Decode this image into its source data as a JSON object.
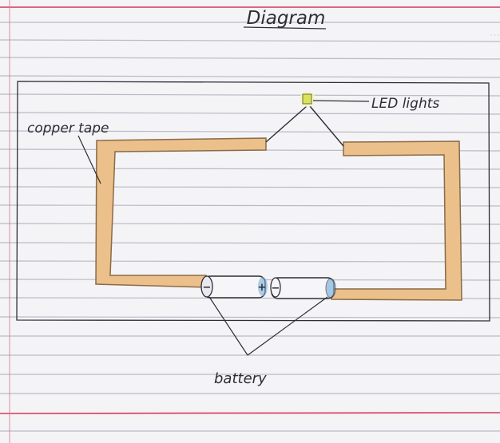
{
  "page": {
    "title": "Diagram"
  },
  "labels": {
    "copper_tape": "copper tape",
    "led_lights": "LED lights",
    "battery": "battery"
  },
  "battery_terminals": {
    "left_cell_negative": "−",
    "left_cell_positive": "+",
    "right_cell_negative": "−"
  },
  "colors": {
    "paper": "#f4f4f6",
    "ruled_line": "#b9bac6",
    "margin_line": "#d23a5a",
    "copper_fill": "#ebc08a",
    "copper_outline": "#8a6a48",
    "pencil": "#2d2d35",
    "led": "#d8e35a",
    "battery_blue": "#6fa8d6"
  }
}
